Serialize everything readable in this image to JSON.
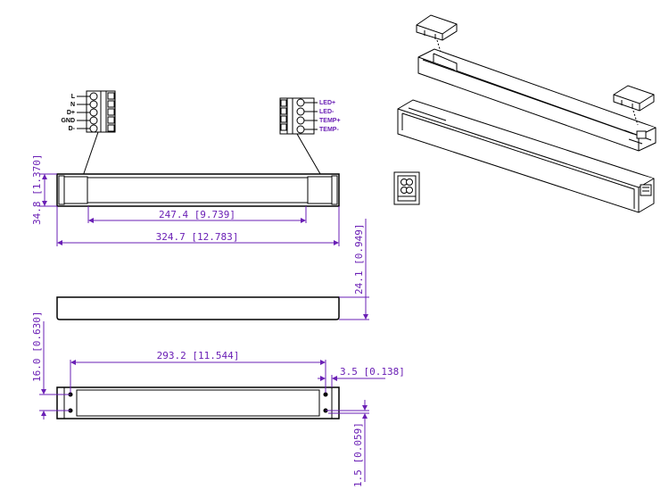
{
  "colors": {
    "dimension": "#6a1fb5",
    "outline": "#000000"
  },
  "input_connector": {
    "pins": [
      "L",
      "N",
      "D+",
      "GND",
      "D-"
    ]
  },
  "output_connector": {
    "pins": [
      "LED+",
      "LED-",
      "TEMP+",
      "TEMP-"
    ]
  },
  "dimensions": {
    "height": "34.8 [1.370]",
    "inner_length": "247.4 [9.739]",
    "total_length": "324.7 [12.783]",
    "depth": "24.1 [0.949]",
    "mount_width": "16.0 [0.630]",
    "mount_pitch": "293.2 [11.544]",
    "hole_offset": "3.5 [0.138]",
    "tab_thickness": "1.5 [0.059]"
  }
}
